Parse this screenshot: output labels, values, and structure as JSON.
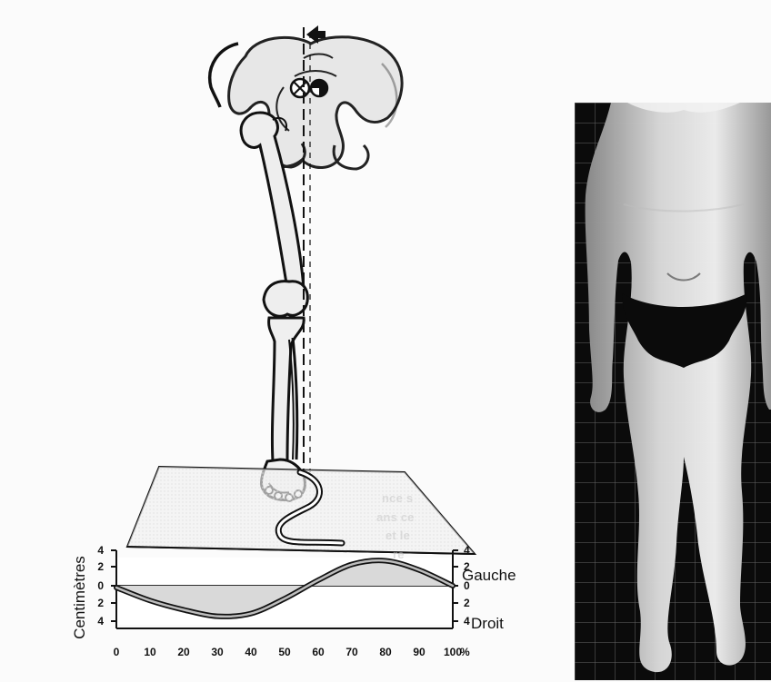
{
  "figure": {
    "y_axis_label": "Centimètres",
    "left_side_label": "Gauche",
    "right_side_label": "Droit",
    "x_unit": "%",
    "x_ticks": [
      "0",
      "10",
      "20",
      "30",
      "40",
      "50",
      "60",
      "70",
      "80",
      "90",
      "100"
    ],
    "y_ticks_left": [
      "4",
      "2",
      "0",
      "2",
      "4"
    ],
    "y_ticks_right": [
      "4",
      "2",
      "0",
      "2",
      "4"
    ],
    "x_axis_values": [
      0,
      10,
      20,
      30,
      40,
      50,
      60,
      70,
      80,
      90,
      100
    ],
    "curve_displacement_cm": {
      "x_percent": [
        0,
        10,
        20,
        30,
        40,
        50,
        60,
        70,
        80,
        90,
        100
      ],
      "y_cm_left_positive": [
        -0.2,
        -1.6,
        -2.6,
        -3.3,
        -3.0,
        -1.4,
        0.6,
        2.3,
        2.7,
        1.7,
        0.0
      ]
    },
    "colors": {
      "line": "#111111",
      "fill": "#d9d9d9",
      "background": "#fbfbfb",
      "photo_background": "#0b0b0b"
    },
    "ghost_text_lines": [
      "nce s",
      "ans ce",
      "et le",
      "re"
    ]
  },
  "photo": {
    "content": "body-photo"
  }
}
